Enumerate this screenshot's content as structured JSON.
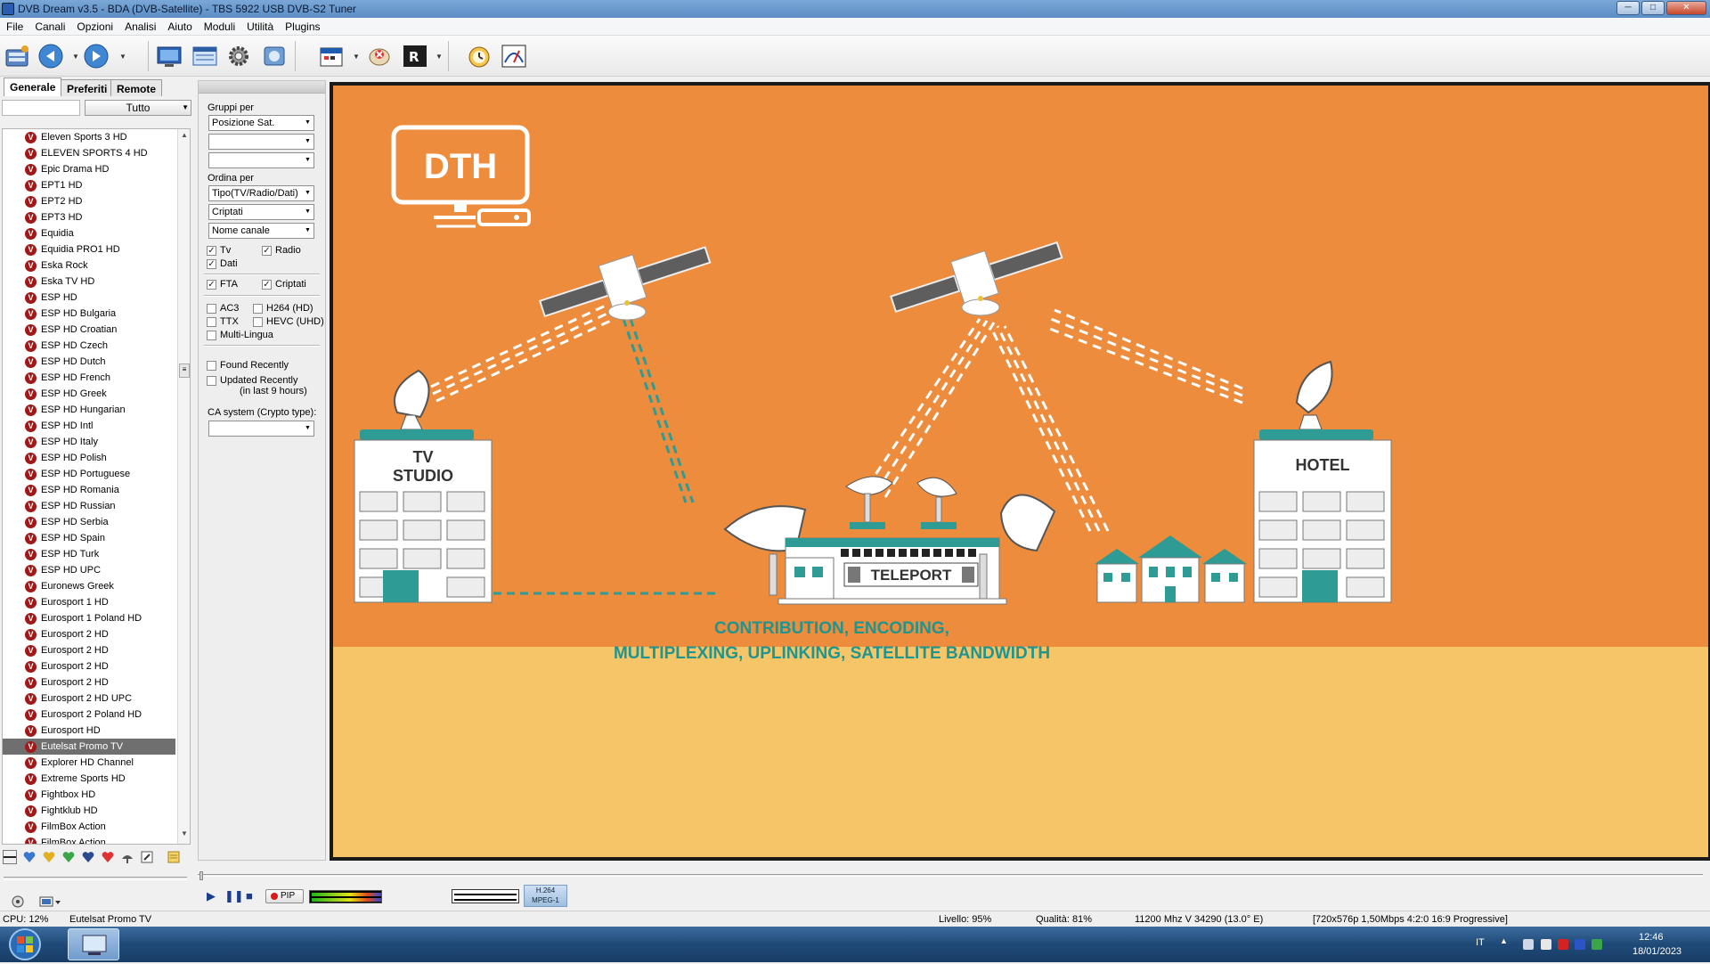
{
  "window": {
    "title": "DVB Dream v3.5  - BDA (DVB-Satellite)  - TBS 5922 USB DVB-S2 Tuner",
    "minimize": "─",
    "maximize": "□",
    "close": "✕"
  },
  "menu": [
    "File",
    "Canali",
    "Opzioni",
    "Analisi",
    "Aiuto",
    "Moduli",
    "Utilità",
    "Plugins"
  ],
  "left_panel": {
    "tabs": [
      "Generale",
      "Preferiti",
      "Remote"
    ],
    "filter_value": "",
    "filter_combo": "Tutto",
    "channels": [
      "Eleven Sports 3 HD",
      "ELEVEN SPORTS 4 HD",
      "Epic Drama HD",
      "EPT1 HD",
      "EPT2 HD",
      "EPT3 HD",
      "Equidia",
      "Equidia PRO1 HD",
      "Eska Rock",
      "Eska TV HD",
      "ESP HD",
      "ESP HD Bulgaria",
      "ESP HD Croatian",
      "ESP HD Czech",
      "ESP HD Dutch",
      "ESP HD French",
      "ESP HD Greek",
      "ESP HD Hungarian",
      "ESP HD Intl",
      "ESP HD Italy",
      "ESP HD Polish",
      "ESP HD Portuguese",
      "ESP HD Romania",
      "ESP HD Russian",
      "ESP HD Serbia",
      "ESP HD Spain",
      "ESP HD Turk",
      "ESP HD UPC",
      "Euronews Greek",
      "Eurosport 1 HD",
      "Eurosport 1 Poland HD",
      "Eurosport 2 HD",
      "Eurosport 2 HD",
      "Eurosport 2 HD",
      "Eurosport 2 HD",
      "Eurosport 2 HD UPC",
      "Eurosport 2 Poland HD",
      "Eurosport HD",
      "Eutelsat Promo TV",
      "Explorer HD Channel",
      "Extreme Sports HD",
      "Fightbox HD",
      "Fightklub HD",
      "FilmBox Action",
      "FilmBox Action"
    ],
    "selected_channel": "Eutelsat Promo TV"
  },
  "filters": {
    "group_label": "Gruppi per",
    "group_combo1": "Posizione Sat.",
    "group_combo2": "",
    "group_combo3": "",
    "order_label": "Ordina per",
    "order_combo1": "Tipo(TV/Radio/Dati)",
    "order_combo2": "Criptati",
    "order_combo3": "Nome canale",
    "tv": "Tv",
    "radio": "Radio",
    "data": "Dati",
    "fta": "FTA",
    "crypted": "Criptati",
    "ac3": "AC3",
    "h264": "H264 (HD)",
    "ttx": "TTX",
    "hevc": "HEVC (UHD)",
    "multilang": "Multi-Lingua",
    "found_recently": "Found Recently",
    "updated_recently": "Updated Recently",
    "updated_note": "(in last 9 hours)",
    "ca_label": "CA system (Crypto type):",
    "ca_combo": "",
    "checked": {
      "tv": true,
      "radio": true,
      "data": true,
      "fta": true,
      "crypted": true,
      "ac3": false,
      "h264": false,
      "ttx": false,
      "hevc": false,
      "multilang": false,
      "found_recently": false,
      "updated_recently": false
    }
  },
  "video": {
    "dth": "DTH",
    "tv_studio_1": "TV",
    "tv_studio_2": "STUDIO",
    "hotel": "HOTEL",
    "teleport": "TELEPORT",
    "caption_1": "CONTRIBUTION, ENCODING,",
    "caption_2": "MULTIPLEXING, UPLINKING, SATELLITE BANDWIDTH",
    "colors": {
      "sky": "#ec8c3c",
      "ground": "#f5c567",
      "teal": "#2f9b95",
      "caption": "#1f9590"
    }
  },
  "playback": {
    "pip": "PIP",
    "codec_video": "H.264",
    "codec_audio": "MPEG-1"
  },
  "status": {
    "cpu": "CPU: 12%",
    "channel": "Eutelsat Promo TV",
    "level": "Livello: 95%",
    "quality": "Qualità: 81%",
    "tuning": "11200 Mhz  V  34290  (13.0° E)",
    "stream": "[720x576p  1,50Mbps 4:2:0  16:9 Progressive]"
  },
  "taskbar": {
    "lang": "IT",
    "time": "12:46",
    "date": "18/01/2023"
  }
}
